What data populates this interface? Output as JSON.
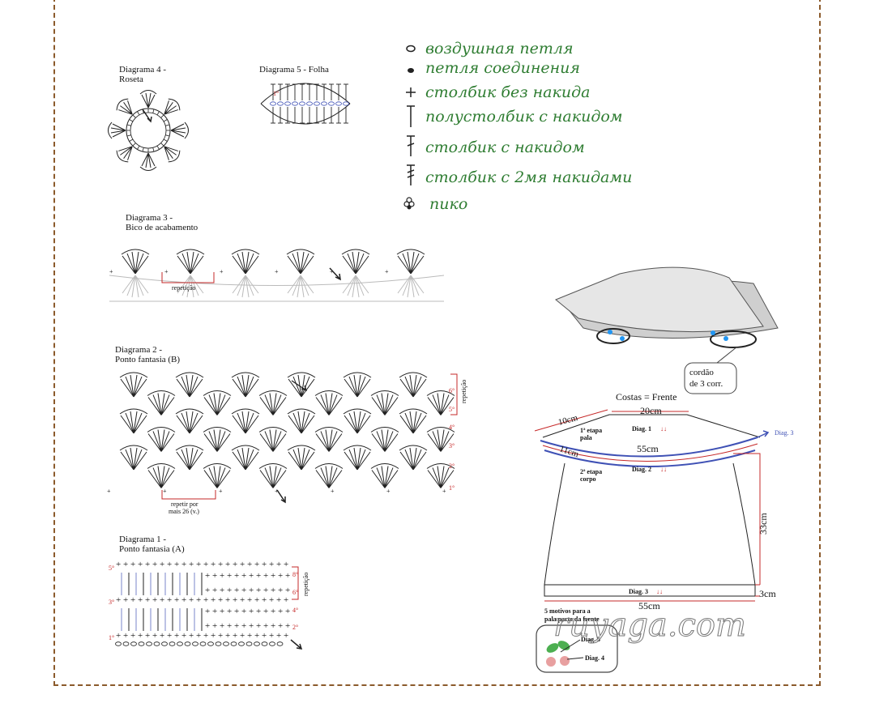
{
  "legend": {
    "items": [
      {
        "icon": "chain-stitch-icon",
        "label": "воздушная петля"
      },
      {
        "icon": "slip-stitch-icon",
        "label": "петля соединения"
      },
      {
        "icon": "single-crochet-icon",
        "label": "столбик без накида"
      },
      {
        "icon": "half-double-crochet-icon",
        "label": "полустолбик с накидом"
      },
      {
        "icon": "double-crochet-icon",
        "label": "столбик с накидом"
      },
      {
        "icon": "treble-crochet-icon",
        "label": "столбик с 2мя накидами"
      },
      {
        "icon": "picot-icon",
        "label": "пико"
      }
    ],
    "color": "#2f7d32"
  },
  "diagrams": {
    "d4": {
      "title1": "Diagrama 4 -",
      "title2": "Roseta"
    },
    "d5": {
      "title": "Diagrama 5 - Folha",
      "row": "1°"
    },
    "d3": {
      "title1": "Diagrama 3 -",
      "title2": "Bico de acabamento",
      "repeat": "repetição"
    },
    "d2": {
      "title1": "Diagrama 2 -",
      "title2": "Ponto fantasia (B)",
      "repeat1": "repetir por",
      "repeat2": "mais 26 (v.)",
      "side": "repetição",
      "rows": [
        "6°",
        "5°",
        "4°",
        "3°",
        "2°",
        "1°"
      ]
    },
    "d1": {
      "title1": "Diagrama 1 -",
      "title2": "Ponto fantasia (A)",
      "side": "repetição",
      "rows_left": [
        "5°",
        "3°",
        "1°"
      ],
      "rows_right": [
        "8°",
        "6°",
        "4°",
        "2°"
      ]
    }
  },
  "schematic": {
    "cord_label1": "cordão",
    "cord_label2": "de 3 corr.",
    "title": "Costas = Frente",
    "m_top": "20cm",
    "m_side_top": "10cm",
    "m_side_mid": "11cm",
    "m_width": "55cm",
    "m_bottom": "55cm",
    "m_height": "33cm",
    "m_band": "3cm",
    "stage1_a": "1ª etapa",
    "stage1_b": "pala",
    "stage2_a": "2ª etapa",
    "stage2_b": "corpo",
    "diag1": "Diag. 1",
    "diag2": "Diag. 2",
    "diag3": "Diag. 3",
    "diag3_side": "Diag. 3",
    "motif1": "5 motivos para a",
    "motif2": "pala parte da frente",
    "diag5": "Diag. 5",
    "diag4": "Diag. 4",
    "accent_blue": "#3f51b5",
    "accent_red": "#c62828"
  },
  "watermark": "ruyaga.com"
}
